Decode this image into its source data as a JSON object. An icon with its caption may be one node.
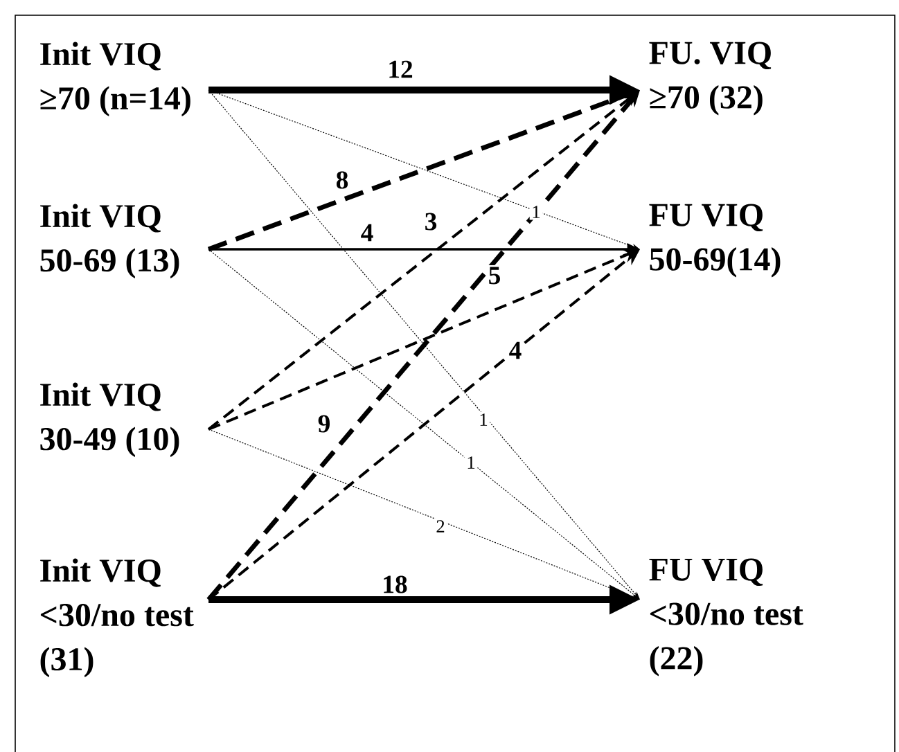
{
  "diagram": {
    "nodes": [
      {
        "text": [
          "Init VIQ ≥70 (n=14)"
        ]
      },
      {
        "text": [
          "Init VIQ 50-69 (13)"
        ]
      },
      {
        "text": [
          "Init VIQ 30-49 (10)"
        ]
      },
      {
        "text": [
          "Init VIQ <30/no test (31)"
        ]
      },
      {
        "text": [
          "FU. VIQ ≥70 (32)"
        ]
      },
      {
        "text": [
          "FU VIQ 50-69(14)"
        ]
      },
      {
        "text": [
          "FU VIQ <30/no test (22)"
        ]
      }
    ],
    "edges": [
      {
        "from": 0,
        "to": 4,
        "arrow": "to",
        "label": "12",
        "style": "thick"
      },
      {
        "from": 0,
        "to": 5,
        "arrow": "to",
        "label": "1",
        "style": "dashed"
      },
      {
        "from": 0,
        "to": 6,
        "arrow": "to",
        "label": "1",
        "style": "dashed"
      },
      {
        "from": 1,
        "to": 4,
        "arrow": "to",
        "label": "8",
        "style": "dashed"
      },
      {
        "from": 1,
        "to": 5,
        "arrow": "to",
        "label": "4"
      },
      {
        "from": 1,
        "to": 6,
        "arrow": "to",
        "label": "1",
        "style": "dashed"
      },
      {
        "from": 2,
        "to": 4,
        "arrow": "to",
        "label": "3",
        "style": "dashed"
      },
      {
        "from": 2,
        "to": 5,
        "arrow": "to",
        "label": "5",
        "style": "dashed"
      },
      {
        "from": 2,
        "to": 6,
        "arrow": "to",
        "label": "2",
        "style": "dashed"
      },
      {
        "from": 3,
        "to": 4,
        "arrow": "to",
        "label": "9",
        "style": "dashed"
      },
      {
        "from": 3,
        "to": 5,
        "arrow": "to",
        "label": "4",
        "style": "dashed"
      },
      {
        "from": 3,
        "to": 6,
        "arrow": "to",
        "label": "18",
        "style": "thick"
      }
    ]
  }
}
